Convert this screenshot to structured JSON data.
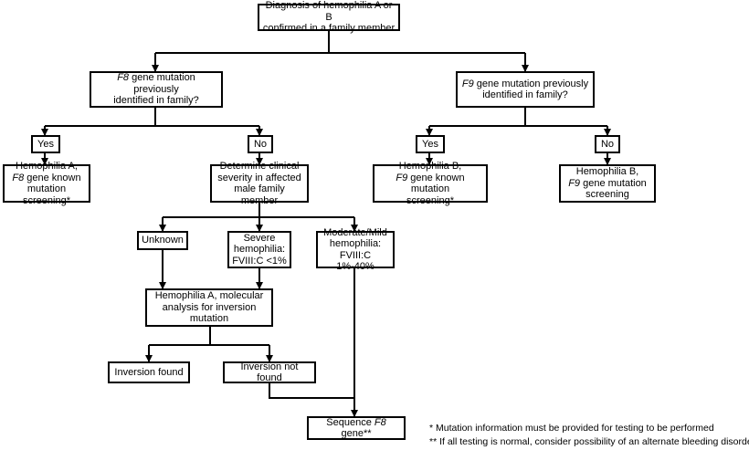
{
  "nodes": {
    "root": {
      "l1": "Diagnosis of hemophilia A or B",
      "l2": "confirmed in a family member"
    },
    "f8q": {
      "l1_italic": "F8",
      "l1_rest": " gene mutation previously",
      "l2": "identified in family?"
    },
    "f9q": {
      "l1_italic": "F9",
      "l1_rest": " gene mutation previously",
      "l2": "identified  in family?"
    },
    "yes_a": {
      "label": "Yes"
    },
    "no_a": {
      "label": "No"
    },
    "yes_b": {
      "label": "Yes"
    },
    "no_b": {
      "label": "No"
    },
    "hemA_known": {
      "l1": "Hemophilia A,",
      "l2_italic": "F8",
      "l2_rest": " gene known",
      "l3": "mutation screening*"
    },
    "determine": {
      "l1": "Determine clinical",
      "l2": "severity in affected",
      "l3": "male family member"
    },
    "hemB_known": {
      "l1": "Hemophilia B,",
      "l2_italic": "F9",
      "l2_rest": " gene known mutation",
      "l3": "screening*"
    },
    "hemB_mut": {
      "l1": "Hemophilia B,",
      "l2_italic": "F9",
      "l2_rest": " gene mutation",
      "l3": "screening"
    },
    "unknown": {
      "label": "Unknown"
    },
    "severe": {
      "l1": "Severe",
      "l2": "hemophilia:",
      "l3": "FVIII:C <1%"
    },
    "moderate": {
      "l1": "Moderate/Mild",
      "l2": "hemophilia:",
      "l3": "FVIII:C 1%-40%"
    },
    "hemA_mol": {
      "l1": "Hemophilia A, molecular",
      "l2": "analysis for inversion",
      "l3": "mutation"
    },
    "inv_found": {
      "label": "Inversion found"
    },
    "inv_not_found": {
      "label": "Inversion not found"
    },
    "sequence": {
      "pre": "Sequence ",
      "italic": "F8",
      "post": " gene**"
    }
  },
  "notes": {
    "note1": "*  Mutation information must be provided for testing to be performed",
    "note2": "** If all testing is normal, consider possibility of an alternate bleeding disorder"
  }
}
